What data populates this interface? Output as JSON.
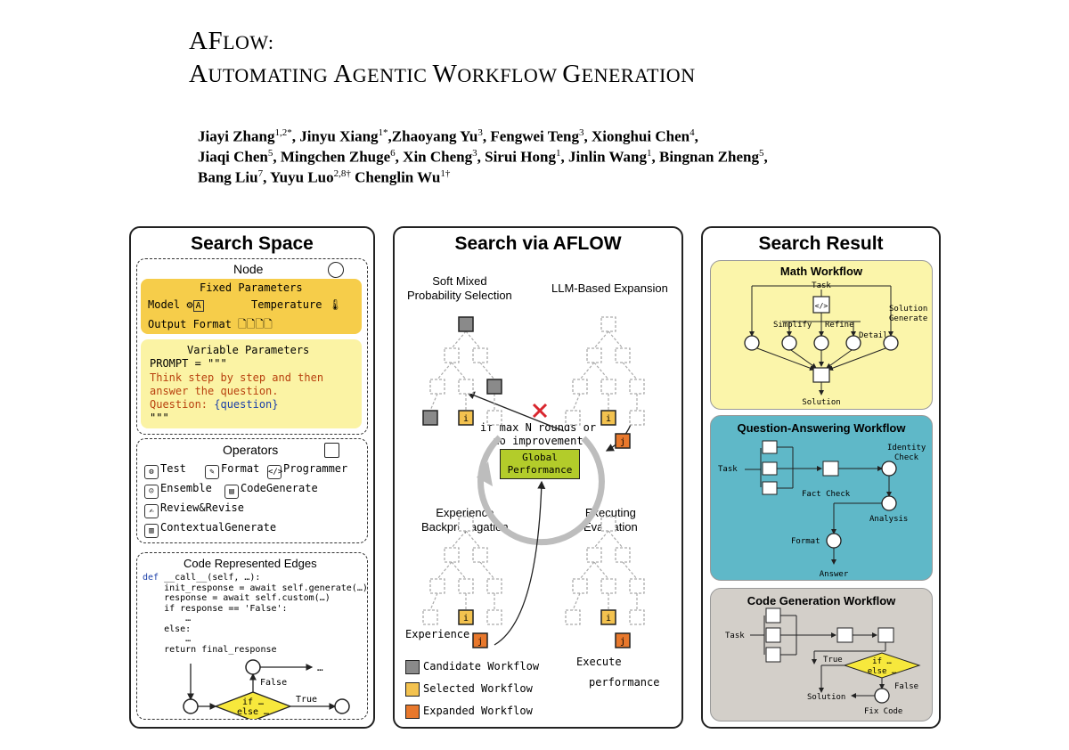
{
  "header": {
    "title_line1_big": "AF",
    "title_line1_small": "LOW:",
    "title_line2": [
      {
        "big": "A",
        "small": "UTOMATING "
      },
      {
        "big": "A",
        "small": "GENTIC "
      },
      {
        "big": "W",
        "small": "ORKFLOW "
      },
      {
        "big": "G",
        "small": "ENERATION"
      }
    ],
    "authors_line1": [
      {
        "name": "Jiayi Zhang",
        "sup": "1,2*",
        "sep": ", "
      },
      {
        "name": "Jinyu Xiang",
        "sup": "1*",
        "sep": ","
      },
      {
        "name": "Zhaoyang Yu",
        "sup": "3",
        "sep": ", "
      },
      {
        "name": "Fengwei Teng",
        "sup": "3",
        "sep": ", "
      },
      {
        "name": "Xionghui Chen",
        "sup": "4",
        "sep": ","
      }
    ],
    "authors_line2": [
      {
        "name": "Jiaqi Chen",
        "sup": "5",
        "sep": ", "
      },
      {
        "name": "Mingchen Zhuge",
        "sup": "6",
        "sep": ", "
      },
      {
        "name": "Xin Cheng",
        "sup": "3",
        "sep": ", "
      },
      {
        "name": "Sirui Hong",
        "sup": "1",
        "sep": ", "
      },
      {
        "name": "Jinlin Wang",
        "sup": "1",
        "sep": ", "
      },
      {
        "name": "Bingnan Zheng",
        "sup": "5",
        "sep": ","
      }
    ],
    "authors_line3": [
      {
        "name": "Bang Liu",
        "sup": "7",
        "sep": ", "
      },
      {
        "name": "Yuyu Luo",
        "sup": "2,8†",
        "sep": " "
      },
      {
        "name": "Chenglin Wu",
        "sup": "1†",
        "sep": ""
      }
    ]
  },
  "search_space": {
    "title": "Search Space",
    "node": {
      "label": "Node",
      "fixed_title": "Fixed Parameters",
      "model_label": "Model",
      "temperature_label": "Temperature",
      "output_format_label": "Output Format",
      "variable_title": "Variable Parameters",
      "prompt_label": "PROMPT = \"\"\"",
      "prompt_line1": "Think step by step and then",
      "prompt_line2": "answer the question.",
      "prompt_line3_a": "Question: ",
      "prompt_line3_b": "{question}",
      "prompt_end": "\"\"\""
    },
    "operators": {
      "label": "Operators",
      "items": [
        "Test",
        "Format",
        "Programmer",
        "Ensemble",
        "CodeGenerate",
        "Review&Revise",
        "ContextualGenerate"
      ]
    },
    "edges": {
      "label": "Code Represented Edges",
      "code": [
        {
          "kw": "def",
          "text": " __call__(self, …):"
        },
        {
          "kw": "",
          "text": "    init_response = await self.generate(…)"
        },
        {
          "kw": "",
          "text": "    response = await self.custom(…)"
        },
        {
          "kw": "",
          "text": "    if response == 'False':"
        },
        {
          "kw": "",
          "text": "        …"
        },
        {
          "kw": "",
          "text": "    else:"
        },
        {
          "kw": "",
          "text": "        …"
        },
        {
          "kw": "",
          "text": "    return final_response"
        }
      ],
      "diag_false": "False",
      "diag_true": "True",
      "diag_ifelse": "if …\nelse …",
      "diag_dots": "…"
    }
  },
  "search_via": {
    "title": "Search via AFLOW",
    "soft_mixed": "Soft Mixed\nProbability Selection",
    "llm_expansion": "LLM-Based Expansion",
    "loop_text": "if max N rounds or\nno improvement",
    "global_perf": "Global\nPerformance",
    "experience_bp": "Experience\nBackpropagation",
    "executing_eval": "Executing\nEvaluation",
    "experience": "Experience",
    "execute": "Execute",
    "performance": "performance",
    "legend": [
      "Candidate Workflow",
      "Selected Workflow",
      "Expanded Workflow"
    ],
    "colors": {
      "candidate": "#8a8a8a",
      "selected": "#f3c24f",
      "expanded": "#e8782c",
      "global": "#b3cc2a"
    }
  },
  "search_result": {
    "title": "Search Result",
    "math": {
      "title": "Math Workflow",
      "task": "Task",
      "simplify": "Simplify",
      "refine": "Refine",
      "detail": "Detail",
      "solution_generate": "Solution\nGenerate",
      "solution": "Solution",
      "bg": "#fbf5aa"
    },
    "qa": {
      "title": "Question-Answering Workflow",
      "task": "Task",
      "identity_check": "Identity\nCheck",
      "fact_check": "Fact Check",
      "analysis": "Analysis",
      "format": "Format",
      "answer": "Answer",
      "bg": "#5fb8c8"
    },
    "code": {
      "title": "Code Generation Workflow",
      "task": "Task",
      "true": "True",
      "false": "False",
      "ifelse": "if …\nelse …",
      "solution": "Solution",
      "fix_code": "Fix Code",
      "bg": "#d3cfc9"
    }
  }
}
